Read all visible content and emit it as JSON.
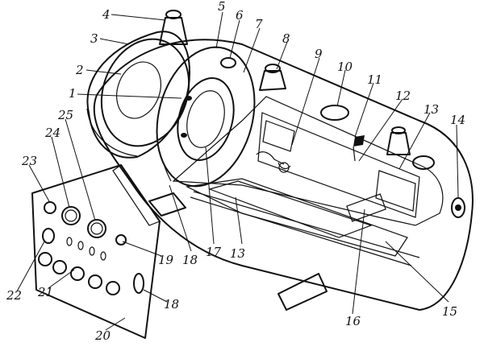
{
  "figure": {
    "callouts": [
      {
        "id": "c1",
        "text": "1"
      },
      {
        "id": "c2",
        "text": "2"
      },
      {
        "id": "c3",
        "text": "3"
      },
      {
        "id": "c4",
        "text": "4"
      },
      {
        "id": "c5",
        "text": "5"
      },
      {
        "id": "c6",
        "text": "6"
      },
      {
        "id": "c7",
        "text": "7"
      },
      {
        "id": "c8",
        "text": "8"
      },
      {
        "id": "c9",
        "text": "9"
      },
      {
        "id": "c10",
        "text": "10"
      },
      {
        "id": "c11",
        "text": "11"
      },
      {
        "id": "c12",
        "text": "12"
      },
      {
        "id": "c13a",
        "text": "13"
      },
      {
        "id": "c13b",
        "text": "13"
      },
      {
        "id": "c14",
        "text": "14"
      },
      {
        "id": "c15",
        "text": "15"
      },
      {
        "id": "c16",
        "text": "16"
      },
      {
        "id": "c17",
        "text": "17"
      },
      {
        "id": "c18a",
        "text": "18"
      },
      {
        "id": "c18b",
        "text": "18"
      },
      {
        "id": "c19",
        "text": "19"
      },
      {
        "id": "c20",
        "text": "20"
      },
      {
        "id": "c21",
        "text": "21"
      },
      {
        "id": "c22",
        "text": "22"
      },
      {
        "id": "c23",
        "text": "23"
      },
      {
        "id": "c24",
        "text": "24"
      },
      {
        "id": "c25",
        "text": "25"
      }
    ]
  }
}
